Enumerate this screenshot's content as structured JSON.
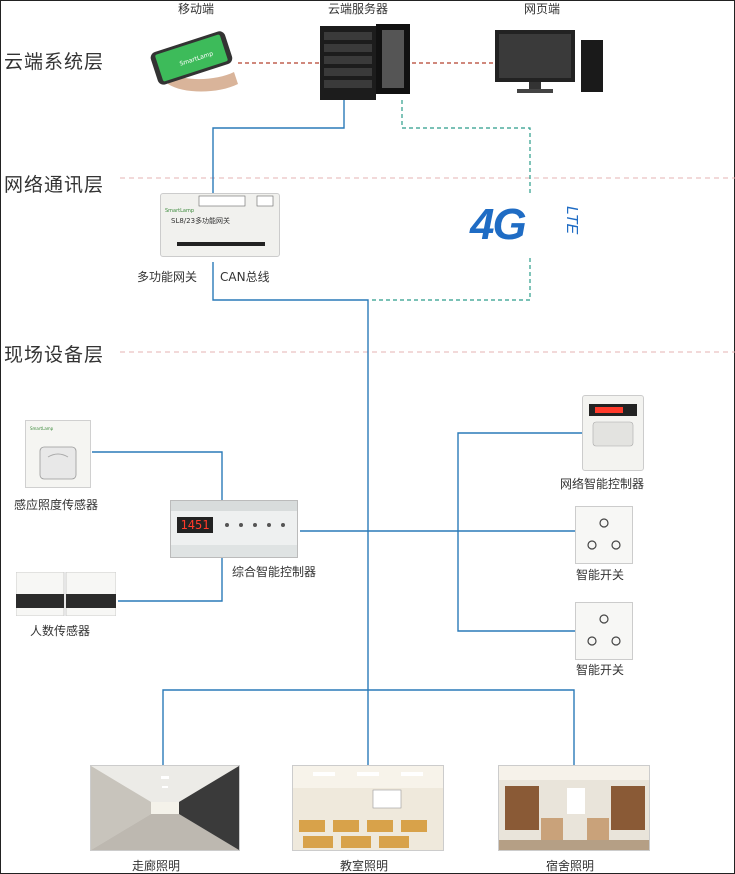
{
  "layers": {
    "cloud": "云端系统层",
    "network": "网络通讯层",
    "field": "现场设备层"
  },
  "devices": {
    "mobile": "移动端",
    "server": "云端服务器",
    "web": "网页端",
    "gateway": "多功能网关",
    "can_bus": "CAN总线",
    "gateway_model": "SL8/23多功能网关",
    "lte_big": "4G",
    "lte_small": "LTE",
    "light_sensor": "感应照度传感器",
    "people_sensor": "人数传感器",
    "controller": "综合智能控制器",
    "controller_display": "1451",
    "net_controller": "网络智能控制器",
    "switch1": "智能开关",
    "switch2": "智能开关"
  },
  "lighting": {
    "corridor": "走廊照明",
    "classroom": "教室照明",
    "dorm": "宿舍照明"
  },
  "colors": {
    "blue_line": "#2a7ab8",
    "green_dashed": "#2b9c8a",
    "red_dashed": "#b5402d",
    "layer_divider": "#e6b3b3"
  }
}
